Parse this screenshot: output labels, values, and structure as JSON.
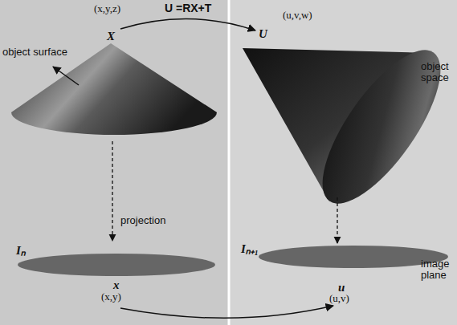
{
  "diagram": {
    "labels": [
      "(x,y,z)",
      "U =RX+T",
      "(u,v,w)",
      "X",
      "U",
      "object surface",
      "object space",
      "projection",
      "Iₙ",
      "Iₙ₊₁",
      "image plane",
      "x",
      "(x,y)",
      "u",
      "(u,v)"
    ]
  }
}
